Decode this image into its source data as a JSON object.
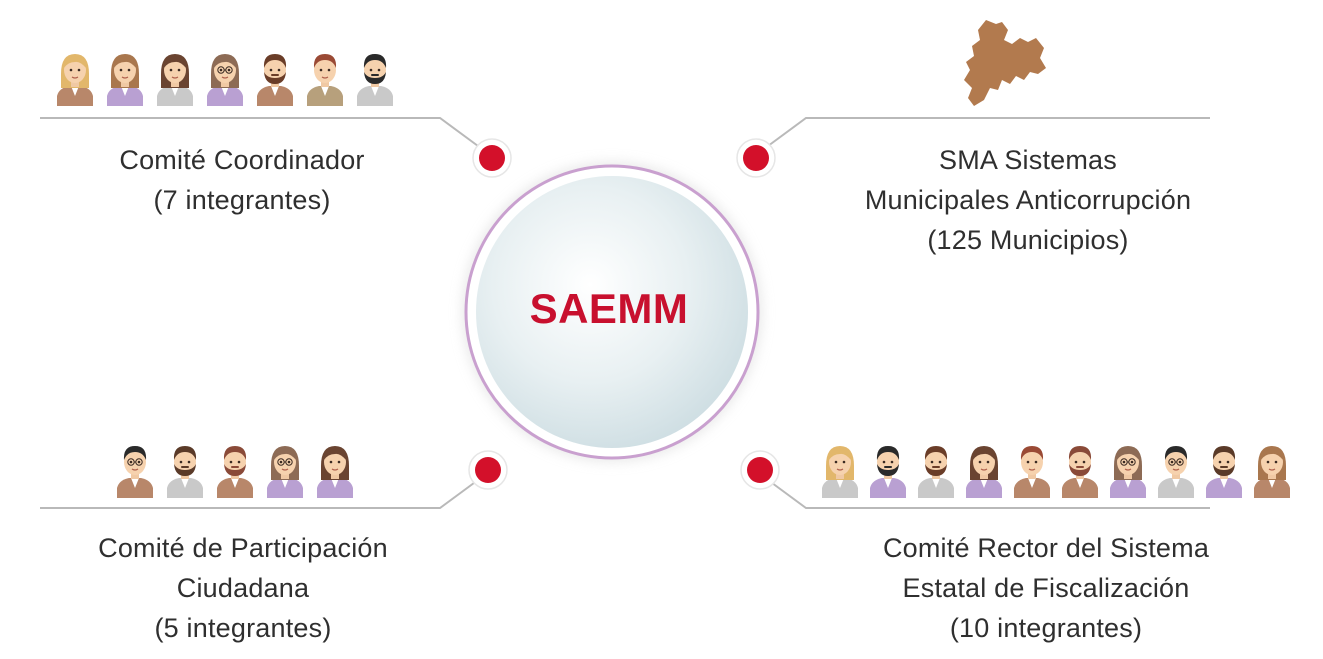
{
  "center": {
    "title": "SAEMM",
    "title_color": "#c8102e"
  },
  "colors": {
    "dot": "#d3102a",
    "line": "#b9b9b9",
    "ring": "#c9a0cf",
    "map": "#b27a4e"
  },
  "nodes": [
    {
      "id": "comite-coordinador",
      "lines": [
        "Comité Coordinador",
        "(7 integrantes)"
      ],
      "icon": "people-group",
      "members": [
        {
          "hair": "#e2b76b",
          "shirt": "#b8876a",
          "beard": false,
          "glasses": false,
          "long": true
        },
        {
          "hair": "#a9774e",
          "shirt": "#b9a0d2",
          "beard": false,
          "glasses": false,
          "long": true
        },
        {
          "hair": "#6a4431",
          "shirt": "#c9c9c9",
          "beard": false,
          "glasses": false,
          "long": true
        },
        {
          "hair": "#8d6b55",
          "shirt": "#b9a0d2",
          "beard": false,
          "glasses": true,
          "long": true
        },
        {
          "hair": "#6a3d28",
          "shirt": "#b8876a",
          "beard": true,
          "glasses": false,
          "long": false
        },
        {
          "hair": "#9a4a35",
          "shirt": "#b7a07c",
          "beard": false,
          "glasses": false,
          "long": false
        },
        {
          "hair": "#2a2a2a",
          "shirt": "#c9c9c9",
          "beard": true,
          "glasses": false,
          "long": false
        }
      ]
    },
    {
      "id": "sma",
      "lines": [
        "SMA Sistemas",
        "Municipales Anticorrupción",
        "(125 Municipios)"
      ],
      "icon": "state-map"
    },
    {
      "id": "comite-participacion",
      "lines": [
        "Comité de Participación",
        "Ciudadana",
        "(5 integrantes)"
      ],
      "icon": "people-group",
      "members": [
        {
          "hair": "#2a2a2a",
          "shirt": "#b8876a",
          "beard": false,
          "glasses": true,
          "long": false
        },
        {
          "hair": "#5a3a28",
          "shirt": "#c9c9c9",
          "beard": true,
          "glasses": false,
          "long": false
        },
        {
          "hair": "#8a4a38",
          "shirt": "#b8876a",
          "beard": true,
          "glasses": false,
          "long": false
        },
        {
          "hair": "#8d6b55",
          "shirt": "#b9a0d2",
          "beard": false,
          "glasses": true,
          "long": true
        },
        {
          "hair": "#6a4431",
          "shirt": "#b9a0d2",
          "beard": false,
          "glasses": false,
          "long": true
        }
      ]
    },
    {
      "id": "comite-rector",
      "lines": [
        "Comité Rector del Sistema",
        "Estatal de Fiscalización",
        "(10 integrantes)"
      ],
      "icon": "people-group",
      "members": [
        {
          "hair": "#e2b76b",
          "shirt": "#c9c9c9",
          "beard": false,
          "glasses": false,
          "long": true
        },
        {
          "hair": "#2a2a2a",
          "shirt": "#b9a0d2",
          "beard": true,
          "glasses": false,
          "long": false
        },
        {
          "hair": "#6a3d28",
          "shirt": "#c9c9c9",
          "beard": true,
          "glasses": false,
          "long": false
        },
        {
          "hair": "#6a4431",
          "shirt": "#b9a0d2",
          "beard": false,
          "glasses": false,
          "long": true
        },
        {
          "hair": "#9a4a35",
          "shirt": "#b8876a",
          "beard": false,
          "glasses": false,
          "long": false
        },
        {
          "hair": "#8a4a38",
          "shirt": "#b8876a",
          "beard": true,
          "glasses": false,
          "long": false
        },
        {
          "hair": "#8d6b55",
          "shirt": "#b9a0d2",
          "beard": false,
          "glasses": true,
          "long": true
        },
        {
          "hair": "#2a2a2a",
          "shirt": "#c9c9c9",
          "beard": false,
          "glasses": true,
          "long": false
        },
        {
          "hair": "#5a3a28",
          "shirt": "#b9a0d2",
          "beard": true,
          "glasses": false,
          "long": false
        },
        {
          "hair": "#a9774e",
          "shirt": "#b8876a",
          "beard": false,
          "glasses": false,
          "long": true
        }
      ]
    }
  ]
}
